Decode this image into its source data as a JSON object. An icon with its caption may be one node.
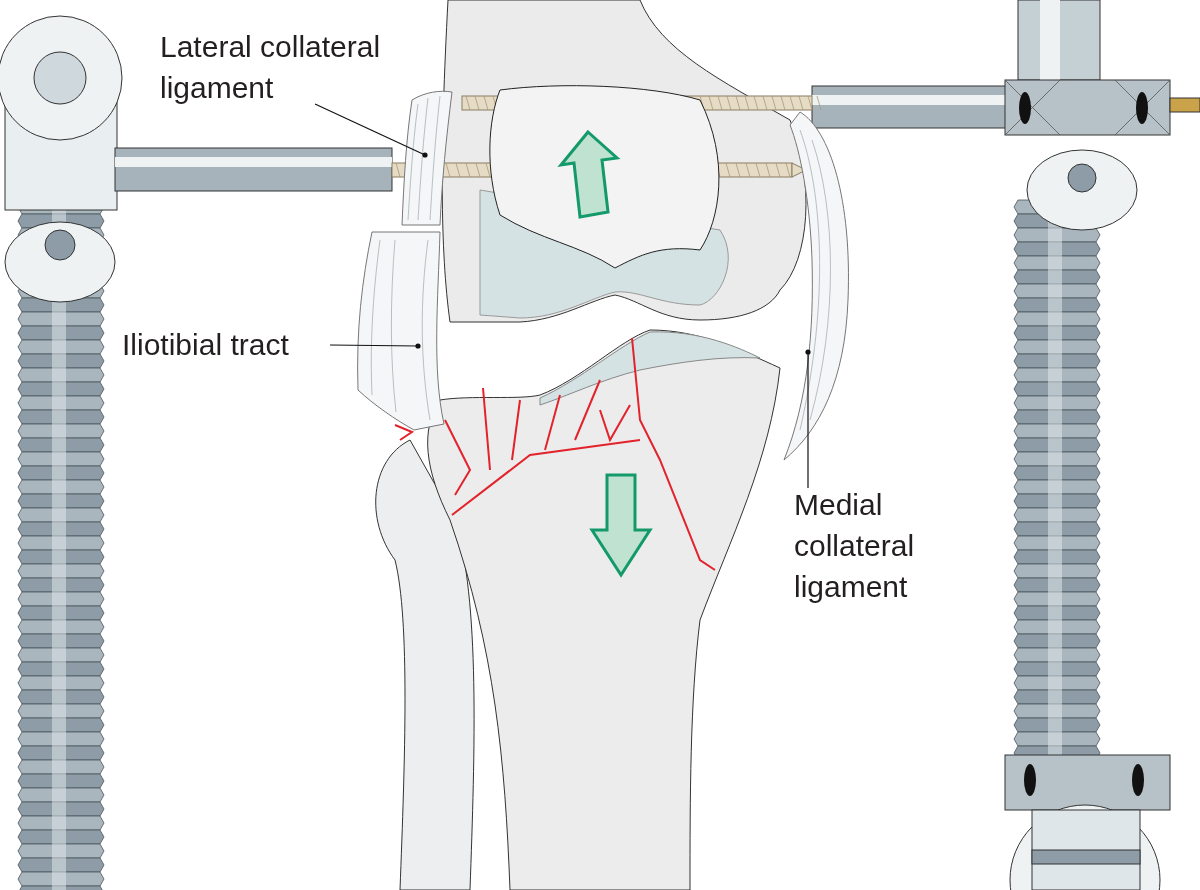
{
  "diagram": {
    "nodes": [
      {
        "text": [
          "Lateral collateral ligament"
        ]
      },
      {
        "text": [],
        "shape": "picture"
      },
      {
        "text": [
          "Iliotibial tract"
        ]
      },
      {
        "text": [],
        "shape": "picture"
      },
      {
        "text": [
          "Medial collateral ligament"
        ]
      },
      {
        "text": [],
        "shape": "picture"
      }
    ],
    "edges": [
      {
        "from": 0,
        "to": 1,
        "arrow": "other"
      },
      {
        "from": 2,
        "to": 3,
        "arrow": "other"
      },
      {
        "from": 4,
        "to": 5,
        "arrow": "other"
      }
    ]
  }
}
